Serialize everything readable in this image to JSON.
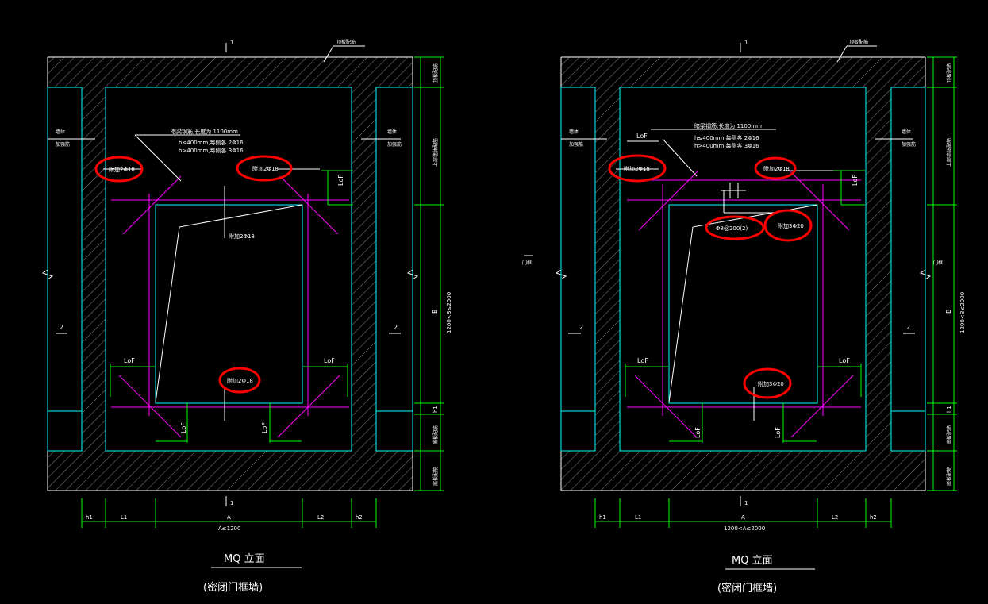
{
  "colors": {
    "background": "#000000",
    "wall_outline": "#ffffff",
    "hatch": "#7a7a7a",
    "cyan": "#00ffff",
    "magenta": "#ff00ff",
    "green": "#00ff00",
    "white": "#ffffff",
    "highlight": "#ff0000"
  },
  "left": {
    "section_mark": "1",
    "section_mark_bottom": "1",
    "top_label": "顶板配筋",
    "beam_note_title": "暗梁钢筋,长度为 1100mm",
    "beam_note_line1": "h≤400mm,每侧各 2Φ16",
    "beam_note_line2": "h>400mm,每侧各 3Φ16",
    "side_label_line1": "墙体",
    "side_label_line2": "加强筋",
    "rebar_top_left": "附加2Φ18",
    "rebar_top_right": "附加2Φ18",
    "rebar_mid": "附加2Φ18",
    "rebar_bottom": "附加2Φ18",
    "lof": "LoF",
    "mark_2": "2",
    "right_dim_top": "顶板配筋",
    "right_dim_upper": "上部墙体配筋",
    "right_dim_B": "B",
    "right_dim_range": "1200<B≤2000",
    "right_dim_h1": "h1",
    "right_dim_lower": "底板配筋",
    "right_dim_bottom": "底板配筋",
    "bottom_dims": [
      "h1",
      "L1",
      "A",
      "L2",
      "h2"
    ],
    "bottom_range": "A≤1200",
    "title": "MQ 立面",
    "subtitle": "(密闭门框墙)"
  },
  "right": {
    "section_mark": "1",
    "section_mark_bottom": "1",
    "top_label": "顶板配筋",
    "beam_note_title": "暗梁钢筋,长度为 1100mm",
    "beam_note_line1": "h≤400mm,每侧各 2Φ16",
    "beam_note_line2": "h>400mm,每侧各 3Φ16",
    "side_label_line1": "墙体",
    "side_label_line2": "加强筋",
    "lof": "LoF",
    "rebar_top_left": "附加2Φ18",
    "rebar_top_right": "附加2Φ18",
    "stirrup": "Φ8@200(2)",
    "rebar_mid": "附加3Φ20",
    "rebar_bottom": "附加3Φ20",
    "mark_2": "2",
    "side_text": "门框",
    "right_dim_top": "顶板配筋",
    "right_dim_upper": "上部墙体配筋",
    "right_dim_B": "B",
    "right_dim_range": "1200<B≤2000",
    "right_dim_h1": "h1",
    "right_dim_lower": "底板配筋",
    "right_dim_bottom": "底板配筋",
    "bottom_dims": [
      "h1",
      "L1",
      "A",
      "L2",
      "h2"
    ],
    "bottom_range": "1200<A≤2000",
    "title": "MQ 立面",
    "subtitle": "(密闭门框墙)"
  }
}
